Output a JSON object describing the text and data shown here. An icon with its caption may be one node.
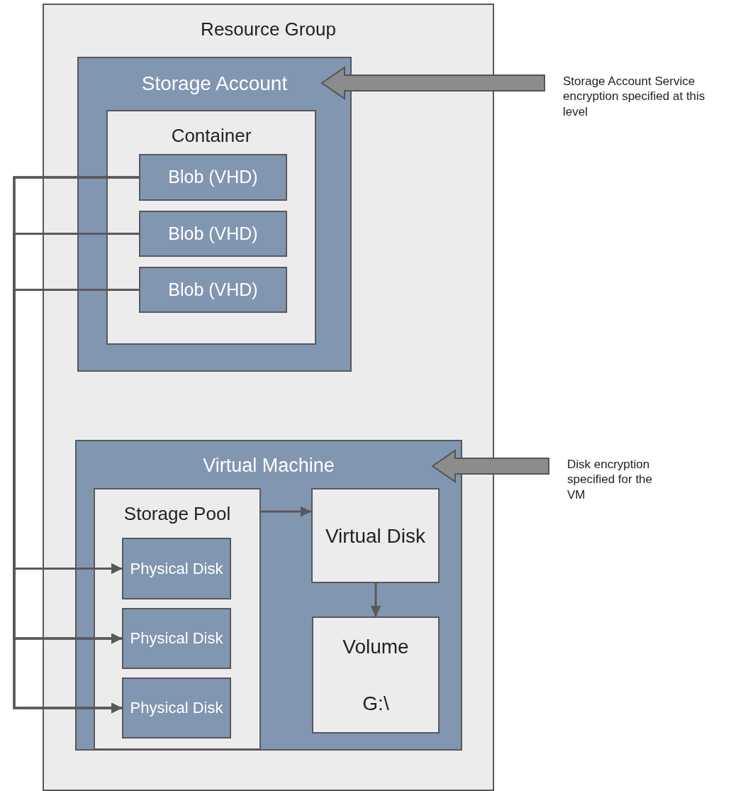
{
  "diagram": {
    "nodes": [
      {
        "text": [
          "Resource Group"
        ]
      },
      {
        "text": [
          "Storage Account"
        ],
        "in": 0
      },
      {
        "text": [
          "Container"
        ],
        "in": 1
      },
      {
        "text": [
          "Blob (VHD)"
        ],
        "in": 2
      },
      {
        "text": [
          "Blob (VHD)"
        ],
        "in": 2
      },
      {
        "text": [
          "Blob (VHD)"
        ],
        "in": 2
      },
      {
        "text": [
          "Virtual Machine"
        ],
        "in": 0
      },
      {
        "text": [
          "Storage Pool"
        ],
        "in": 6
      },
      {
        "text": [
          "Physical Disk"
        ],
        "in": 7
      },
      {
        "text": [
          "Physical Disk"
        ],
        "in": 7
      },
      {
        "text": [
          "Physical Disk"
        ],
        "in": 7
      },
      {
        "text": [
          "Virtual Disk"
        ],
        "in": 6
      },
      {
        "text": [
          "Volume",
          "G:\\"
        ],
        "in": 6
      },
      {
        "text": [
          "Storage Account Service encryption specified at this level"
        ]
      },
      {
        "text": [
          "Disk encryption specified for the VM"
        ]
      }
    ],
    "edges": [
      {
        "from": 3,
        "to": 8,
        "arrow": "to"
      },
      {
        "from": 3,
        "to": 9,
        "arrow": "to"
      },
      {
        "from": 3,
        "to": 10,
        "arrow": "to"
      },
      {
        "from": 4,
        "to": 8,
        "arrow": "to"
      },
      {
        "from": 4,
        "to": 9,
        "arrow": "to"
      },
      {
        "from": 4,
        "to": 10,
        "arrow": "to"
      },
      {
        "from": 5,
        "to": 8,
        "arrow": "to"
      },
      {
        "from": 5,
        "to": 9,
        "arrow": "to"
      },
      {
        "from": 5,
        "to": 10,
        "arrow": "to"
      },
      {
        "from": 7,
        "to": 11,
        "arrow": "to"
      },
      {
        "from": 11,
        "to": 12,
        "arrow": "to"
      },
      {
        "from": 13,
        "to": 1,
        "arrow": "to",
        "style": "thick"
      },
      {
        "from": 14,
        "to": 6,
        "arrow": "to",
        "style": "thick"
      }
    ]
  }
}
